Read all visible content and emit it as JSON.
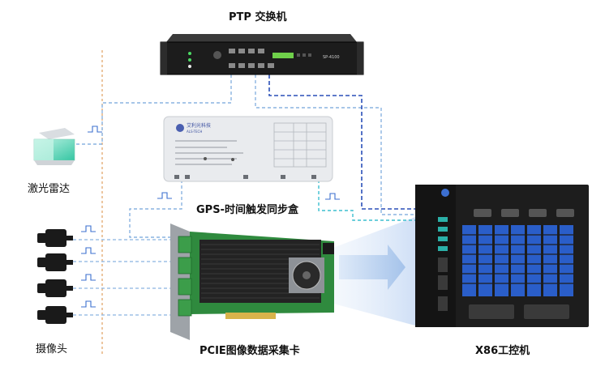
{
  "labels": {
    "ptp_switch": "PTP 交换机",
    "lidar": "激光雷达",
    "gps_box": "GPS-时间触发同步盒",
    "cameras": "摄像头",
    "pcie_card": "PCIE图像数据采集卡",
    "x86_pc": "X86工控机"
  },
  "switch_panel": {
    "model": "SP-4100"
  },
  "gps_box_panel": {
    "brand_cn": "艾利光科技",
    "brand_en": "ALS-TECH"
  },
  "colors": {
    "ethernet_line": "#8ab4e0",
    "pps_line": "#2a4fb8",
    "trigger_line": "#3dbfcf",
    "timing_axis": "#e0a060",
    "device_dark": "#1c1c1c",
    "card_green": "#2f8a3e",
    "x86_blue": "#2a5ec9"
  }
}
